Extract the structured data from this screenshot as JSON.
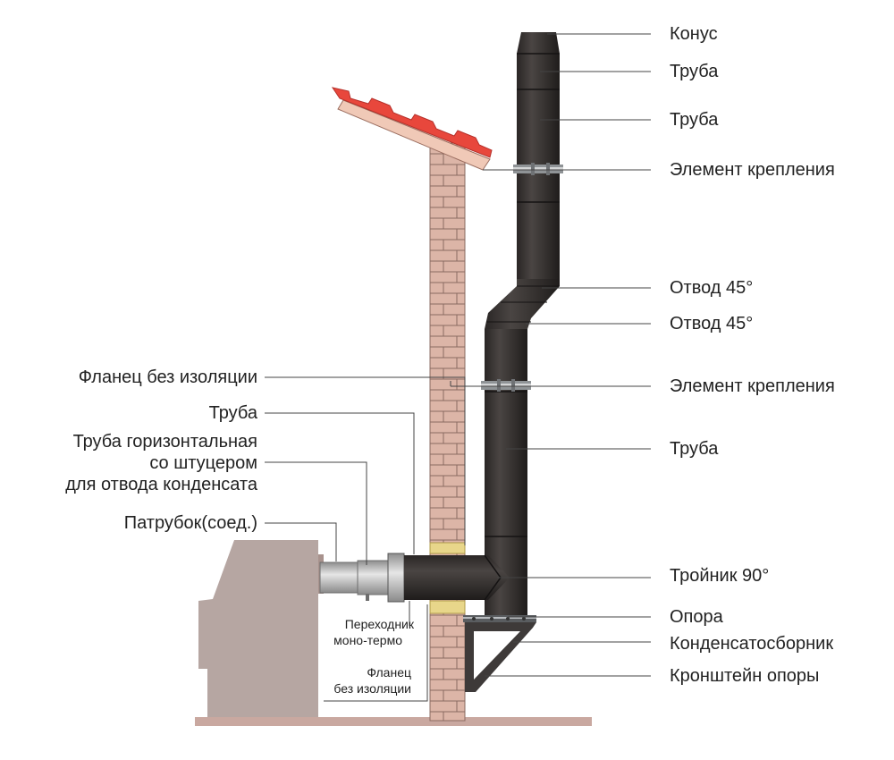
{
  "labels_right": {
    "cone": "Конус",
    "pipe_top1": "Труба",
    "pipe_top2": "Труба",
    "mount_top": "Элемент крепления",
    "elbow1": "Отвод 45°",
    "elbow2": "Отвод 45°",
    "mount_mid": "Элемент крепления",
    "pipe_mid": "Труба",
    "tee": "Тройник 90°",
    "support": "Опора",
    "condensate": "Конденсатосборник",
    "bracket": "Кронштейн опоры"
  },
  "labels_left": {
    "flange": "Фланец без изоляции",
    "pipe": "Труба",
    "horizontal_pipe_l1": "Труба горизонтальная",
    "horizontal_pipe_l2": "со штуцером",
    "horizontal_pipe_l3": "для отвода конденсата",
    "nozzle": "Патрубок(соед.)"
  },
  "labels_small": {
    "adapter_l1": "Переходник",
    "adapter_l2": "моно-термо",
    "flange_l1": "Фланец",
    "flange_l2": "без изоляции"
  },
  "colors": {
    "pipe": "#3a3634",
    "pipe_dark": "#252221",
    "brick": "#d9b2a4",
    "mortar": "#8a6a62",
    "roof": "#e8473c",
    "boiler": "#b6a6a2",
    "floor": "#c9a8a0",
    "insulation": "#e8d68a",
    "leader": "#444444"
  }
}
